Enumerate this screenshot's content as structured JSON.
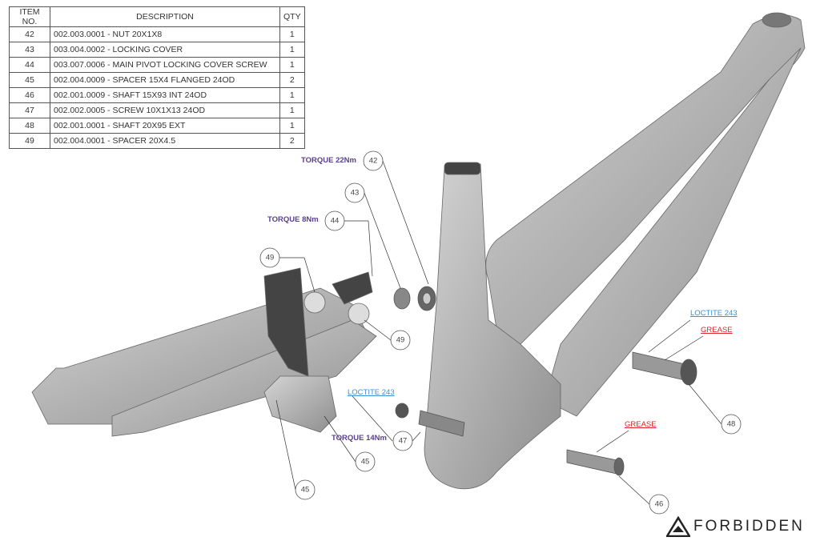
{
  "bom": {
    "headers": {
      "item": "ITEM NO.",
      "description": "DESCRIPTION",
      "qty": "QTY"
    },
    "rows": [
      {
        "item": "42",
        "description": "002.003.0001 - NUT 20X1X8",
        "qty": "1"
      },
      {
        "item": "43",
        "description": "003.004.0002 - LOCKING COVER",
        "qty": "1"
      },
      {
        "item": "44",
        "description": "003.007.0006 - MAIN PIVOT LOCKING COVER SCREW",
        "qty": "1"
      },
      {
        "item": "45",
        "description": "002.004.0009 - SPACER 15X4 FLANGED 24OD",
        "qty": "2"
      },
      {
        "item": "46",
        "description": "002.001.0009 - SHAFT 15X93 INT 24OD",
        "qty": "1"
      },
      {
        "item": "47",
        "description": "002.002.0005 - SCREW 10X1X13 24OD",
        "qty": "1"
      },
      {
        "item": "48",
        "description": "002.001.0001 - SHAFT 20X95 EXT",
        "qty": "1"
      },
      {
        "item": "49",
        "description": "002.004.0001 - SPACER 20X4.5",
        "qty": "2"
      }
    ]
  },
  "callouts": [
    "42",
    "43",
    "44",
    "49",
    "49",
    "45",
    "45",
    "47",
    "48",
    "46"
  ],
  "notes": {
    "torque_42": "TORQUE 22Nm",
    "torque_44": "TORQUE 8Nm",
    "torque_47": "TORQUE 14Nm",
    "loctite_47": "LOCTITE 243",
    "loctite_48": "LOCTITE 243",
    "grease_48": "GREASE",
    "grease_46": "GREASE"
  },
  "brand": "FORBIDDEN",
  "colors": {
    "torque": "#5a3f8e",
    "loctite": "#3b8fd6",
    "grease": "#d9262b",
    "frame": "#a9a9a9"
  }
}
